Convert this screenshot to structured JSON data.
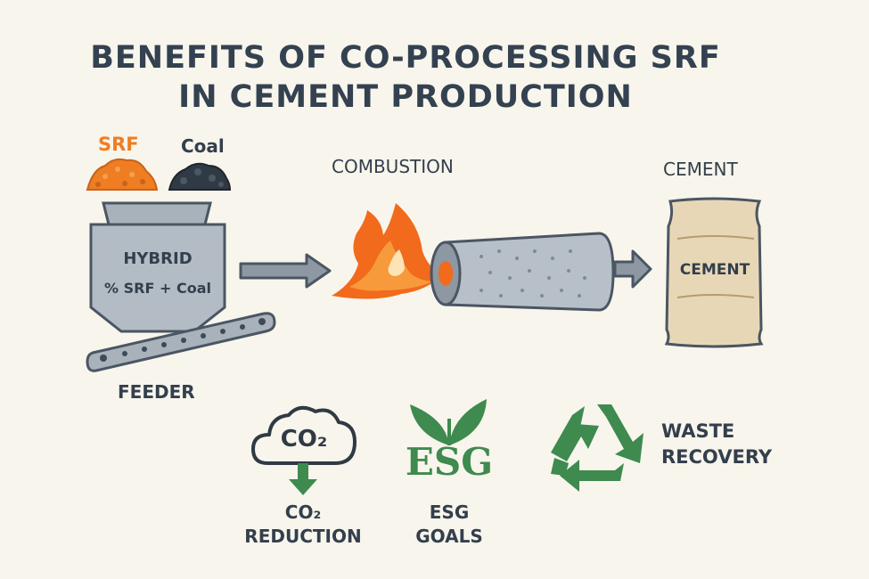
{
  "title": {
    "line1": "BENEFITS OF CO-PROCESSING SRF",
    "line2": "IN CEMENT PRODUCTION"
  },
  "inputs": {
    "srf": "SRF",
    "coal": "Coal"
  },
  "hopper": {
    "line1": "HYBRID",
    "line2": "% SRF + Coal"
  },
  "feeder": "FEEDER",
  "combustion": "COMBUSTION",
  "cement": {
    "heading": "CEMENT",
    "bag_label": "CEMENT"
  },
  "benefits": {
    "co2": {
      "icon_text": "CO₂",
      "line1": "CO₂",
      "line2": "REDUCTION"
    },
    "esg": {
      "icon_text": "ESG",
      "line1": "ESG",
      "line2": "GOALS"
    },
    "waste": {
      "line1": "WASTE",
      "line2": "RECOVERY"
    }
  },
  "colors": {
    "srf_orange": "#ef7d22",
    "coal_dark": "#2f3a44",
    "steel_gray": "#a9b2bb",
    "outline": "#4a5663",
    "flame_orange": "#f26a1b",
    "green": "#3e8a4f",
    "bag_beige": "#e8d7b6",
    "background": "#f8f5ec"
  }
}
